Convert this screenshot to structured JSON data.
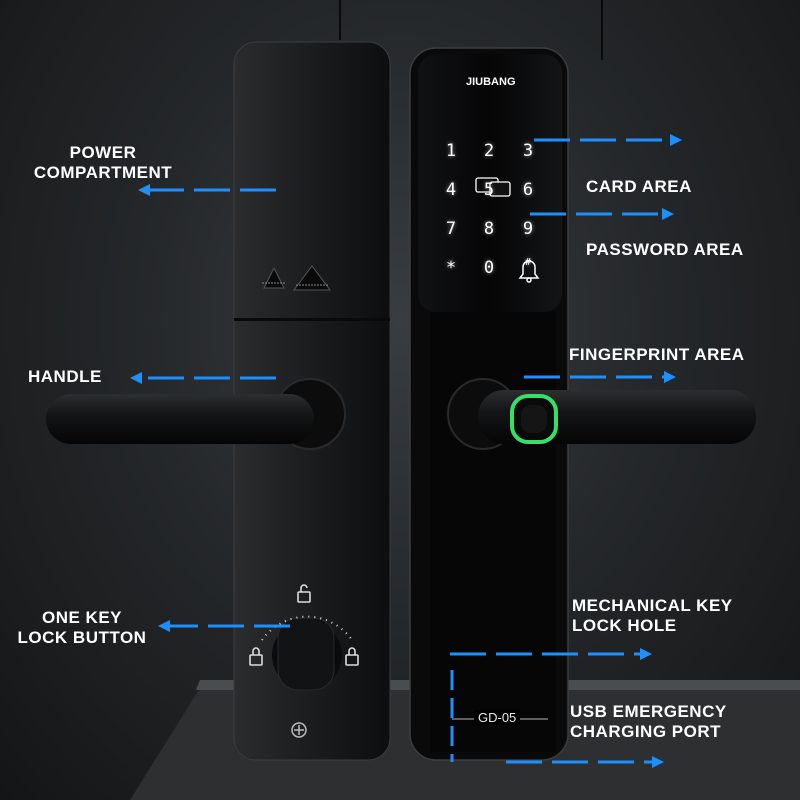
{
  "brand": "JIUBANG",
  "model": "GD-05",
  "accent_color": "#1e8fff",
  "keypad": [
    "1",
    "2",
    "3",
    "4",
    "5",
    "6",
    "7",
    "8",
    "9",
    "*",
    "0",
    "#"
  ],
  "labels": {
    "power_compartment": "POWER\nCOMPARTMENT",
    "handle": "HANDLE",
    "one_key_lock": "ONE KEY\nLOCK BUTTON",
    "card_area": "CARD AREA",
    "password_area": "PASSWORD AREA",
    "fingerprint_area": "FINGERPRINT AREA",
    "mechanical_key": "MECHANICAL KEY\nLOCK HOLE",
    "usb_port": "USB EMERGENCY\nCHARGING PORT"
  },
  "icons": {
    "bell": "bell-icon",
    "card": "card-icon",
    "padlock": "padlock-icon",
    "fingerprint": "fingerprint-sensor-icon"
  }
}
